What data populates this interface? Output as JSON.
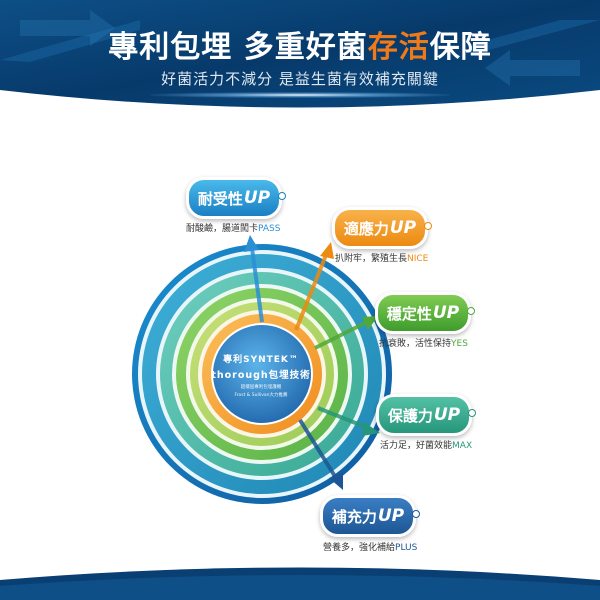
{
  "header": {
    "title_part1": "專利包埋 多重好菌",
    "title_highlight": "存活",
    "title_part2": "保障",
    "subtitle": "好菌活力不減分 是益生菌有效補充關鍵"
  },
  "colors": {
    "banner_dark": "#06294f",
    "banner_mid": "#0d4f86",
    "highlight_orange": "#f07a1a",
    "ring_blue": "#1f7fc3",
    "ring_teal": "#2fa8b0",
    "ring_green": "#5ebe4e",
    "ring_light_green": "#a7d466",
    "ring_orange": "#f29a2e",
    "core_blue": "#2a7fc4"
  },
  "core": {
    "line1": "專利SYNTEK™",
    "line2": "thorough包埋技術",
    "line3": "超穩固專利包埋護機",
    "line4": "Frost & Sullivan大力推薦"
  },
  "benefits": [
    {
      "title": "耐受性",
      "up": "UP",
      "desc_main": "耐酸鹼，腸道闖卡",
      "desc_accent": "PASS",
      "accent_color": "#2b8fd6"
    },
    {
      "title": "適應力",
      "up": "UP",
      "desc_main": "扒附牢，繁殖生長",
      "desc_accent": "NICE",
      "accent_color": "#ec8a12"
    },
    {
      "title": "穩定性",
      "up": "UP",
      "desc_main": "抗衰敗，活性保持",
      "desc_accent": "YES",
      "accent_color": "#4fa83a"
    },
    {
      "title": "保護力",
      "up": "UP",
      "desc_main": "活力足，好菌效能",
      "desc_accent": "MAX",
      "accent_color": "#26967a"
    },
    {
      "title": "補充力",
      "up": "UP",
      "desc_main": "營養多，強化補給",
      "desc_accent": "PLUS",
      "accent_color": "#1d5694"
    }
  ]
}
